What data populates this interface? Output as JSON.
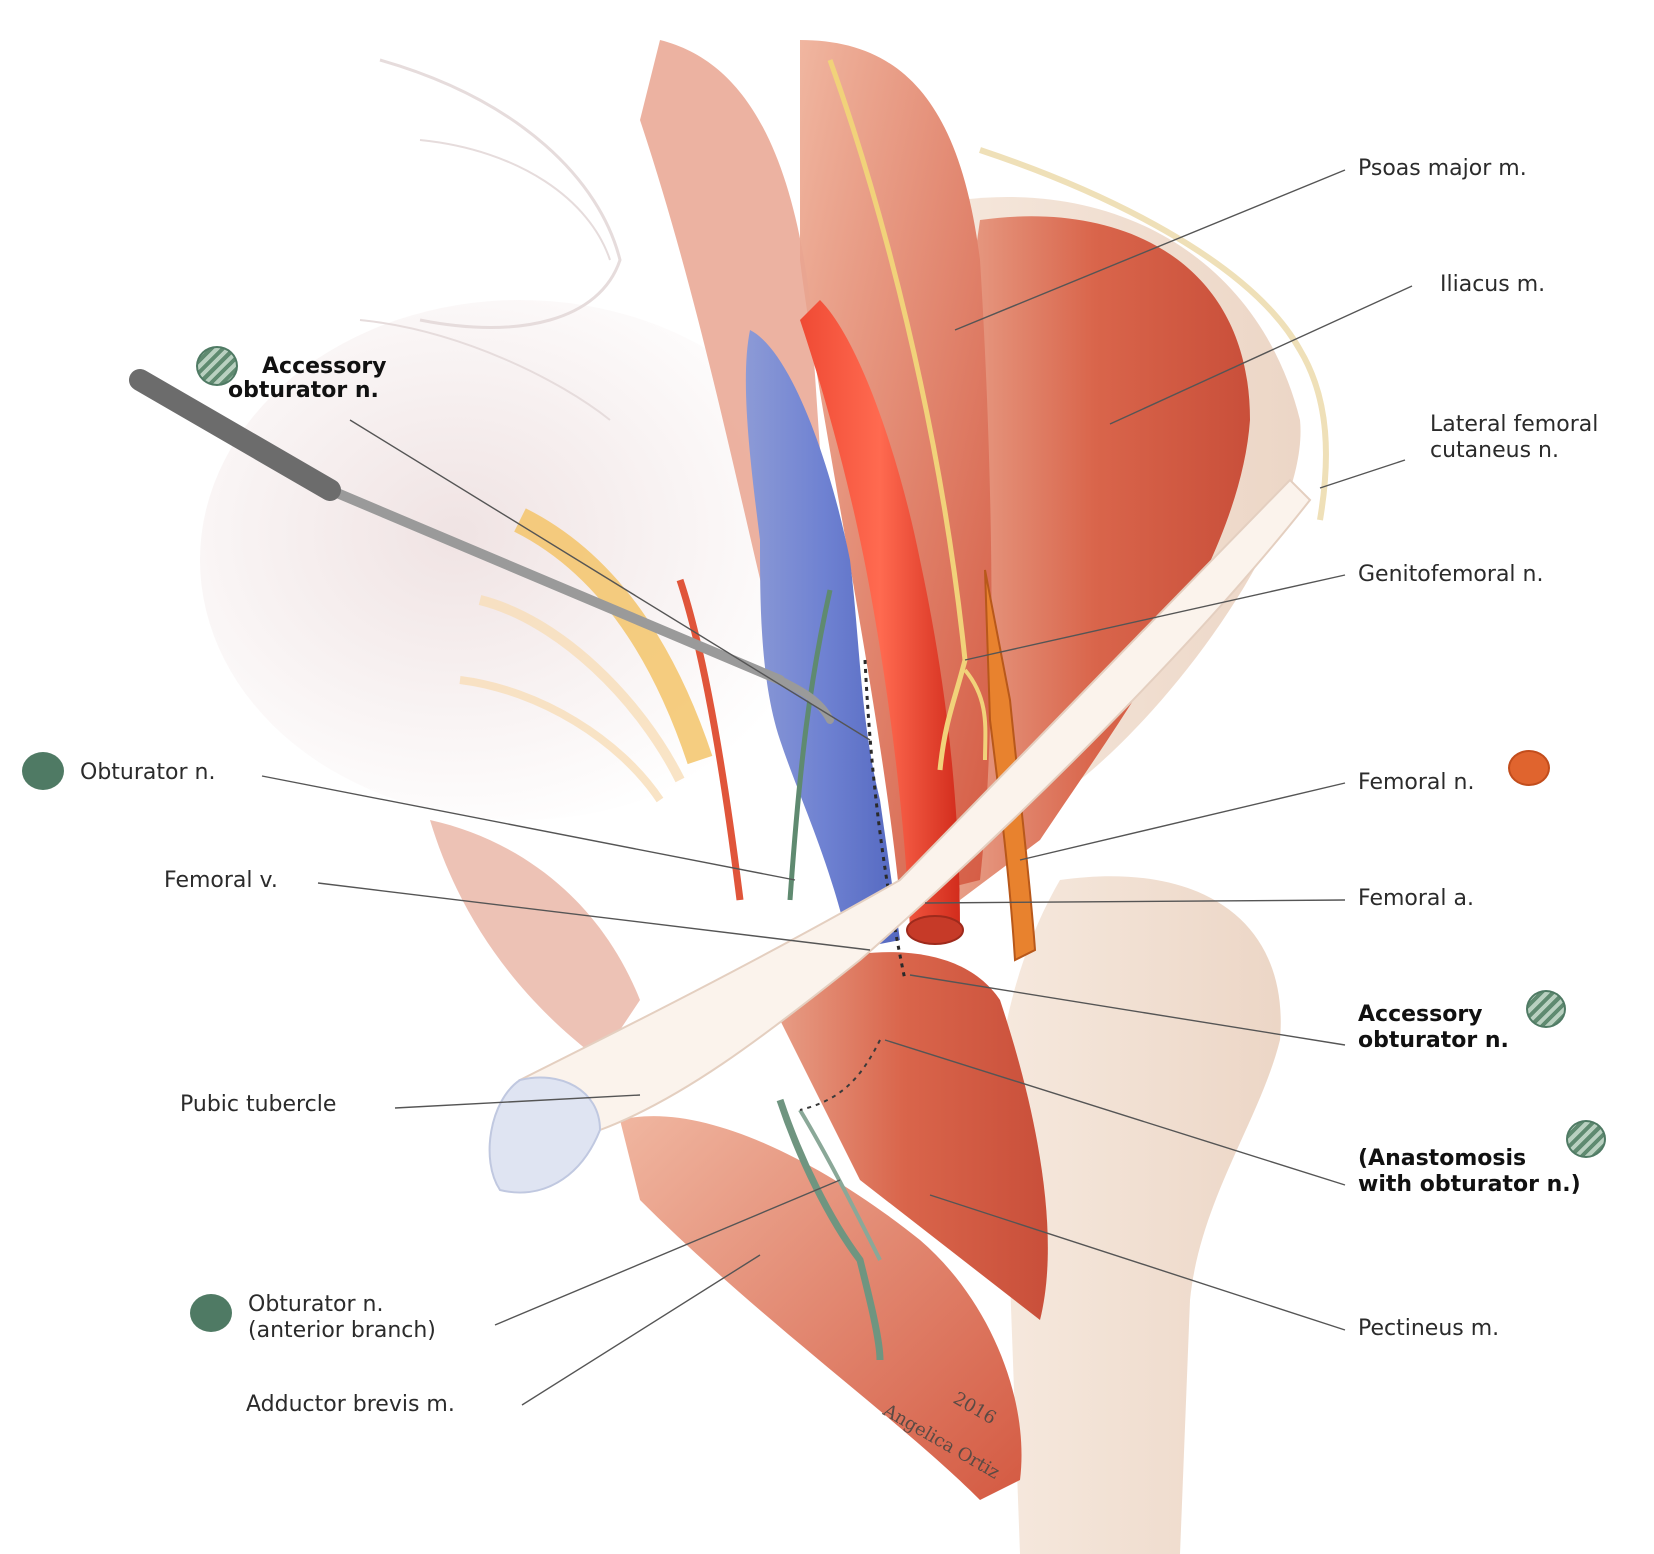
{
  "labels": {
    "psoas": "Psoas major m.",
    "iliacus": "Iliacus m.",
    "lfcn_1": "Lateral femoral",
    "lfcn_2": "cutaneus n.",
    "genito": "Genitofemoral n.",
    "femoral_n": "Femoral n.",
    "femoral_a": "Femoral a.",
    "acc_right_1": "Accessory",
    "acc_right_2": "obturator n.",
    "anast_1": "(Anastomosis",
    "anast_2": "with obturator n.)",
    "pectineus": "Pectineus m.",
    "acc_left_1": "Accessory",
    "acc_left_2": "obturator n.",
    "obturator": "Obturator n.",
    "femoral_v": "Femoral v.",
    "pubic": "Pubic tubercle",
    "obt_ant_1": "Obturator n.",
    "obt_ant_2": "(anterior branch)",
    "adductor": "Adductor brevis m."
  },
  "signature": {
    "line1": "2016",
    "line2": "Angelica Ortiz"
  },
  "legend_colors": {
    "obturator_nerve": "#4f7a64",
    "femoral_nerve": "#e0642e",
    "accessory_obturator_nerve": "hatched-green"
  }
}
